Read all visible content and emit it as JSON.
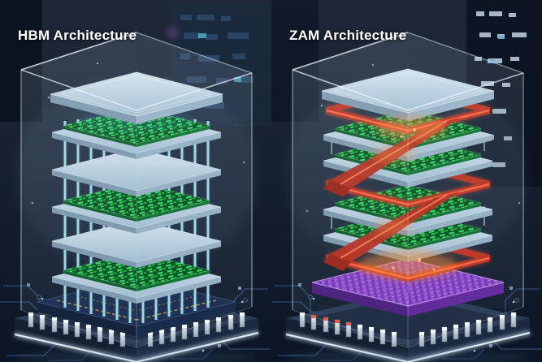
{
  "panels": [
    {
      "id": "hbm",
      "title": "HBM Architecture"
    },
    {
      "id": "zam",
      "title": "ZAM Architecture"
    }
  ],
  "colors": {
    "background_navy": "#101b2c",
    "chip_plate_blue": "#b8cfdf",
    "memory_circuit_green": "#2ee05a",
    "tsv_pillar_cyan": "#9fe4f2",
    "zam_ribbon_red": "#c23522",
    "zam_glow_orange": "#ff8f3c",
    "zam_base_purple": "#8e44c8",
    "hbm_base_navy": "#1d2f50",
    "pin_silver": "#dce5ec",
    "pcb_trace_blue": "#31507a"
  }
}
